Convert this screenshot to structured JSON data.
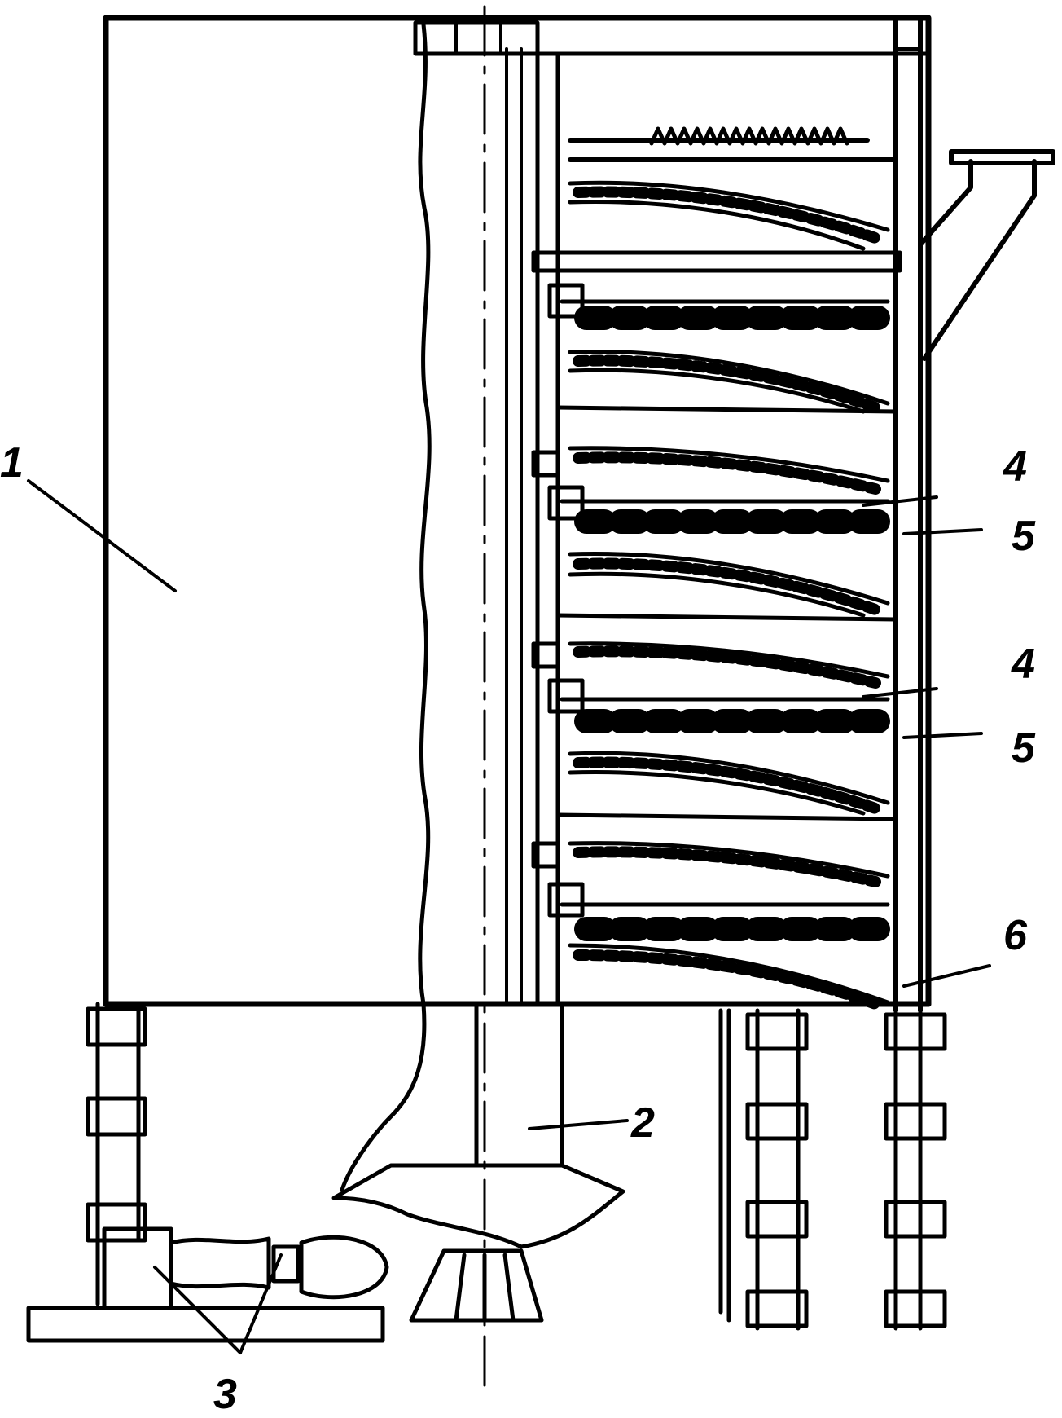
{
  "diagram": {
    "labels": [
      {
        "id": "1"
      },
      {
        "id": "2"
      },
      {
        "id": "3"
      },
      {
        "id": "4a",
        "text": "4"
      },
      {
        "id": "5a",
        "text": "5"
      },
      {
        "id": "4b",
        "text": "4"
      },
      {
        "id": "5b",
        "text": "5"
      },
      {
        "id": "6"
      }
    ],
    "text": {
      "label_1": "1",
      "label_2": "2",
      "label_3": "3",
      "label_4a": "4",
      "label_5a": "5",
      "label_4b": "4",
      "label_5b": "5",
      "label_6": "6"
    },
    "colors": {
      "ink": "#000000",
      "paper": "#ffffff"
    }
  }
}
